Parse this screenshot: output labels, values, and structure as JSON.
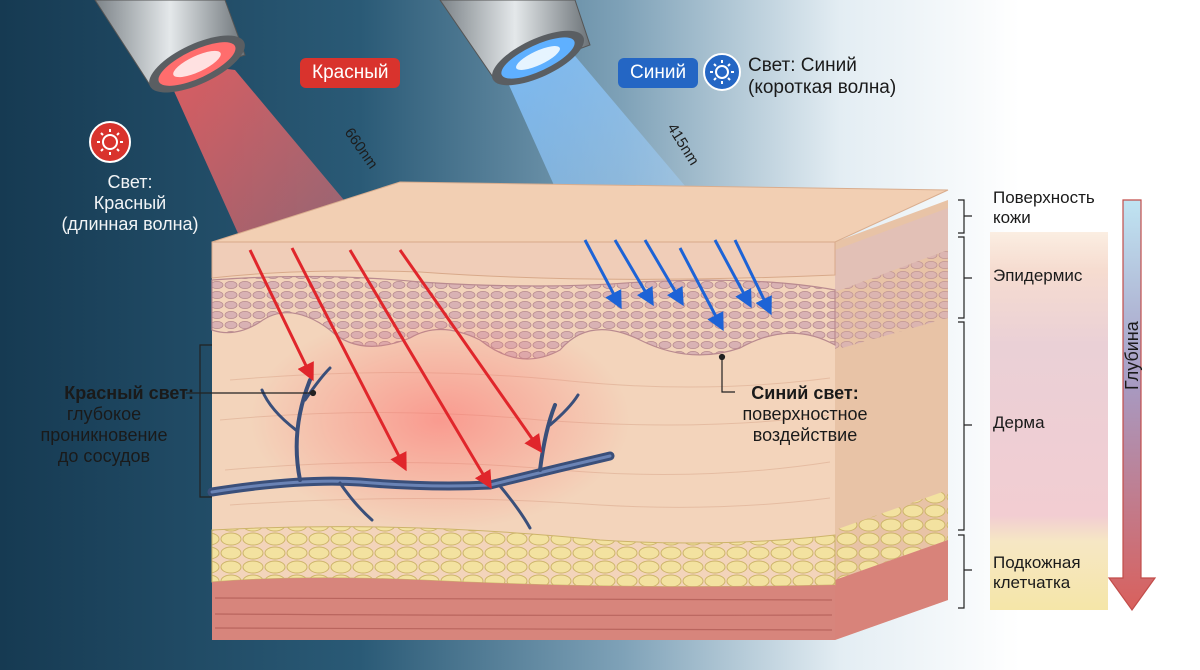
{
  "labels": {
    "red_tag": "Красный",
    "blue_tag": "Синий",
    "red_light_title": "Свет:",
    "red_light_name": "Красный",
    "red_light_wave": "(длинная волна)",
    "blue_light_line1": "Свет: Синий",
    "blue_light_line2": "(короткая волна)",
    "red_wavelength": "660nm",
    "blue_wavelength": "415nm",
    "red_effect_title": "Красный свет:",
    "red_effect_line1": "глубокое",
    "red_effect_line2": "проникновение",
    "red_effect_line3": "до сосудов",
    "blue_effect_title": "Синий свет:",
    "blue_effect_line1": "поверхностное",
    "blue_effect_line2": "воздействие"
  },
  "layers": {
    "surface_line1": "Поверхность",
    "surface_line2": "кожи",
    "epidermis": "Эпидермис",
    "dermis": "Дерма",
    "subcutaneous_line1": "Подкожная",
    "subcutaneous_line2": "клетчатка"
  },
  "depth_axis": {
    "label": "Глубина"
  },
  "colors": {
    "red_light": "#d9332d",
    "blue_light": "#2466c4",
    "vein": "#3a4f7a",
    "dermis": "#f2d2b8",
    "fat": "#f1e09b"
  },
  "icons": [
    "flashlight-icon",
    "sun-icon",
    "vein-icon"
  ]
}
